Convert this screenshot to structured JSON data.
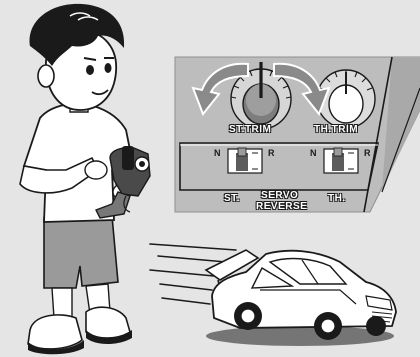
{
  "illustration": {
    "panel": {
      "st_trim_label": "ST.TRIM",
      "th_trim_label": "TH.TRIM",
      "switch_left_n": "N",
      "switch_left_r": "R",
      "switch_right_n": "N",
      "switch_right_r": "R",
      "st_label": "ST.",
      "servo_label": "SERVO",
      "reverse_label": "REVERSE",
      "th_label": "TH."
    },
    "colors": {
      "background": "#e5e5e5",
      "panel_fill": "#bdbdbd",
      "panel_dark": "#8e8e8e",
      "ink": "#1a1a1a",
      "arrow_fill": "#8a8a8a",
      "pants": "#9a9a9a"
    },
    "icons": [
      "boy-icon",
      "transmitter-icon",
      "trim-knob-icon",
      "rotate-arrow-icon",
      "toggle-switch-icon",
      "rc-car-icon",
      "speed-lines-icon"
    ]
  }
}
